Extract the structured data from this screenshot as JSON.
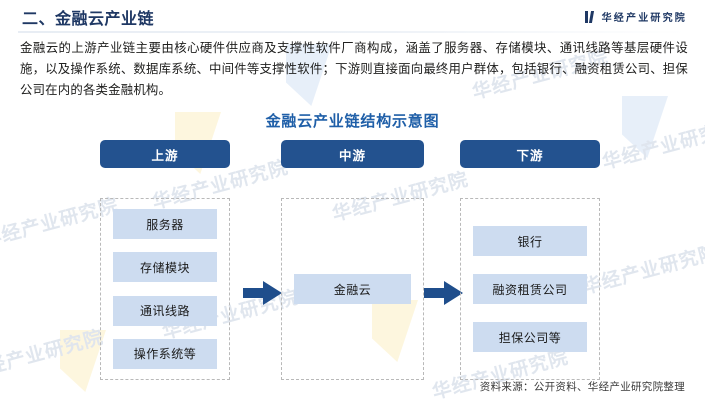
{
  "header": {
    "section_title": "二、金融云产业链",
    "brand_name": "华经产业研究院",
    "brand_icon": "bookmark-bars-icon",
    "brand_color": "#1f3864"
  },
  "intro": {
    "paragraph": "金融云的上游产业链主要由核心硬件供应商及支撑性软件厂商构成，涵盖了服务器、存储模块、通讯线路等基层硬件设施，以及操作系统、数据库系统、中间件等支撑性软件；下游则直接面向最终用户群体，包括银行、融资租赁公司、担保公司在内的各类金融机构。"
  },
  "chart_data": {
    "type": "diagram",
    "title": "金融云产业链结构示意图",
    "title_color": "#1f5fa8",
    "header_color": "#23528f",
    "node_color": "#cddcf0",
    "arrow_color": "#1f4e8c",
    "columns": [
      {
        "id": "upstream",
        "header": "上游",
        "nodes": [
          "服务器",
          "存储模块",
          "通讯线路",
          "操作系统等"
        ]
      },
      {
        "id": "midstream",
        "header": "中游",
        "nodes": [
          "金融云"
        ]
      },
      {
        "id": "downstream",
        "header": "下游",
        "nodes": [
          "银行",
          "融资租赁公司",
          "担保公司等"
        ]
      }
    ],
    "arrows": [
      {
        "id": "upstream-to-midstream",
        "direction": "right"
      },
      {
        "id": "midstream-to-downstream",
        "direction": "right"
      }
    ]
  },
  "footer": {
    "source": "资料来源：公开资料、华经产业研究院整理"
  },
  "watermark": {
    "text": "华经产业研究院"
  }
}
